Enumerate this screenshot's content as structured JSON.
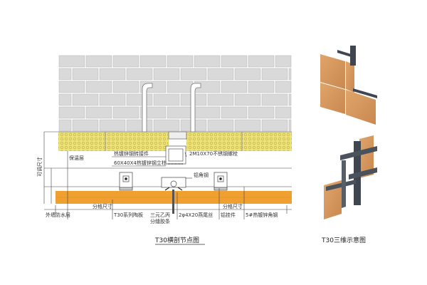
{
  "section_drawing": {
    "title": "T30横剖节点图",
    "labels": {
      "insulation": "保温层",
      "adapter": "热镀锌钢转接件",
      "column": "60X40X4热镀锌钢立柱",
      "bolt": "2M10X70不锈钢螺栓",
      "aluminum_angle": "铝角钢",
      "adjustable_size": "可调尺寸",
      "grid_size_left": "分格尺寸",
      "grid_size_right": "分格尺寸",
      "waterproof": "外墙防水层",
      "panel": "T30系列陶板",
      "epdm_line1": "三元乙丙",
      "epdm_line2": "分缝胶条",
      "screw": "2φ4X20燕尾丝",
      "hanger": "铝挂件",
      "angle_steel": "5#热镀锌角钢"
    }
  },
  "view_3d": {
    "title": "T30三维示意图"
  },
  "colors": {
    "brick": "#d9d9d9",
    "insulation": "#eee37a",
    "panel": "#f0a030",
    "terracotta": "#d99a5e",
    "steel": "#3f4650"
  }
}
